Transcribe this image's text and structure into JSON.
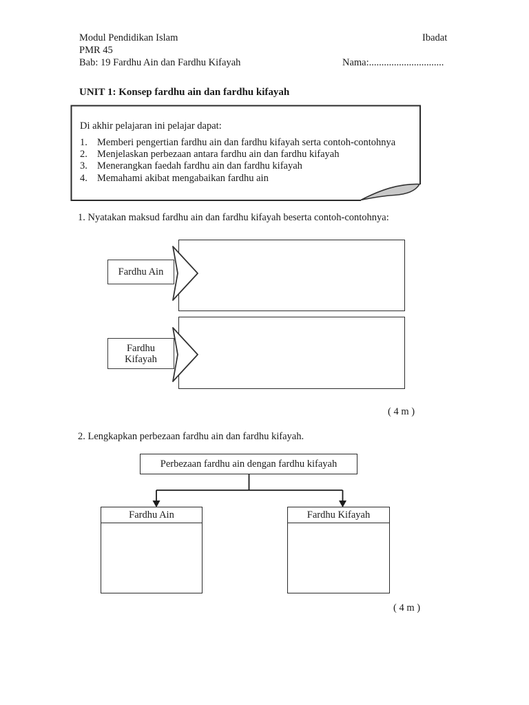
{
  "header": {
    "module": "Modul Pendidikan Islam",
    "subject": "Ibadat",
    "code": "PMR 45",
    "chapter": "Bab: 19 Fardhu Ain dan Fardhu Kifayah",
    "name_label": "Nama:.............................."
  },
  "unit_title": "UNIT 1: Konsep fardhu ain dan fardhu kifayah",
  "objectives": {
    "intro": "Di akhir pelajaran ini pelajar dapat:",
    "items": [
      {
        "num": "1.",
        "text": "Memberi pengertian fardhu ain dan fardhu kifayah serta contoh-contohnya"
      },
      {
        "num": "2.",
        "text": "Menjelaskan perbezaan antara fardhu ain dan fardhu kifayah"
      },
      {
        "num": "3.",
        "text": "Menerangkan faedah fardhu ain dan fardhu kifayah"
      },
      {
        "num": "4.",
        "text": "Memahami akibat mengabaikan fardhu ain"
      }
    ]
  },
  "q1": {
    "text": "1. Nyatakan maksud fardhu ain dan fardhu kifayah beserta contoh-contohnya:",
    "arrow1_label": "Fardhu Ain",
    "arrow2_label_line1": "Fardhu",
    "arrow2_label_line2": "Kifayah",
    "marks": "( 4 m )"
  },
  "q2": {
    "text": "2. Lengkapkan perbezaan fardhu ain dan fardhu kifayah.",
    "diagram_title": "Perbezaan fardhu ain dengan fardhu kifayah",
    "left_header": "Fardhu Ain",
    "right_header": "Fardhu Kifayah",
    "marks": "( 4 m )"
  },
  "colors": {
    "ink": "#1b1b1b",
    "border": "#2b2b2b",
    "fold_fill": "#c9c9c9"
  }
}
